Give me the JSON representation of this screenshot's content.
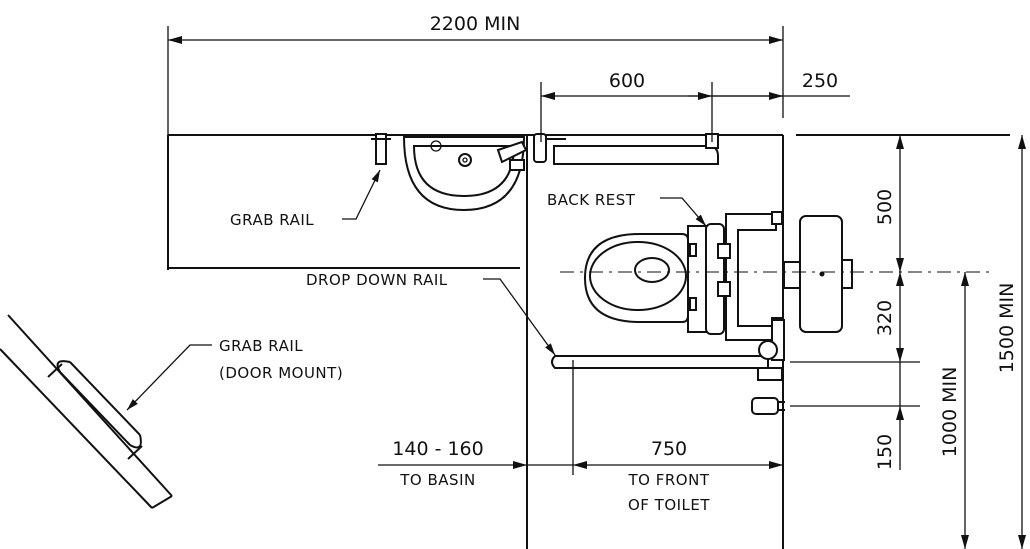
{
  "dimensions": {
    "overall_width": "2200 MIN",
    "pan_to_wall": "600",
    "wall_offset": "250",
    "backrest_height": "500",
    "centre_to_rail": "320",
    "rail_spacing": "150",
    "min_depth": "1000 MIN",
    "room_depth": "1500 MIN",
    "basin_gap": "140 - 160",
    "basin_gap_sub": "TO BASIN",
    "toilet_front": "750",
    "toilet_front_sub_1": "TO FRONT",
    "toilet_front_sub_2": "OF TOILET"
  },
  "labels": {
    "grab_rail": "GRAB RAIL",
    "back_rest": "BACK REST",
    "drop_down_rail": "DROP DOWN RAIL",
    "grab_rail_door_1": "GRAB RAIL",
    "grab_rail_door_2": "(DOOR MOUNT)"
  }
}
